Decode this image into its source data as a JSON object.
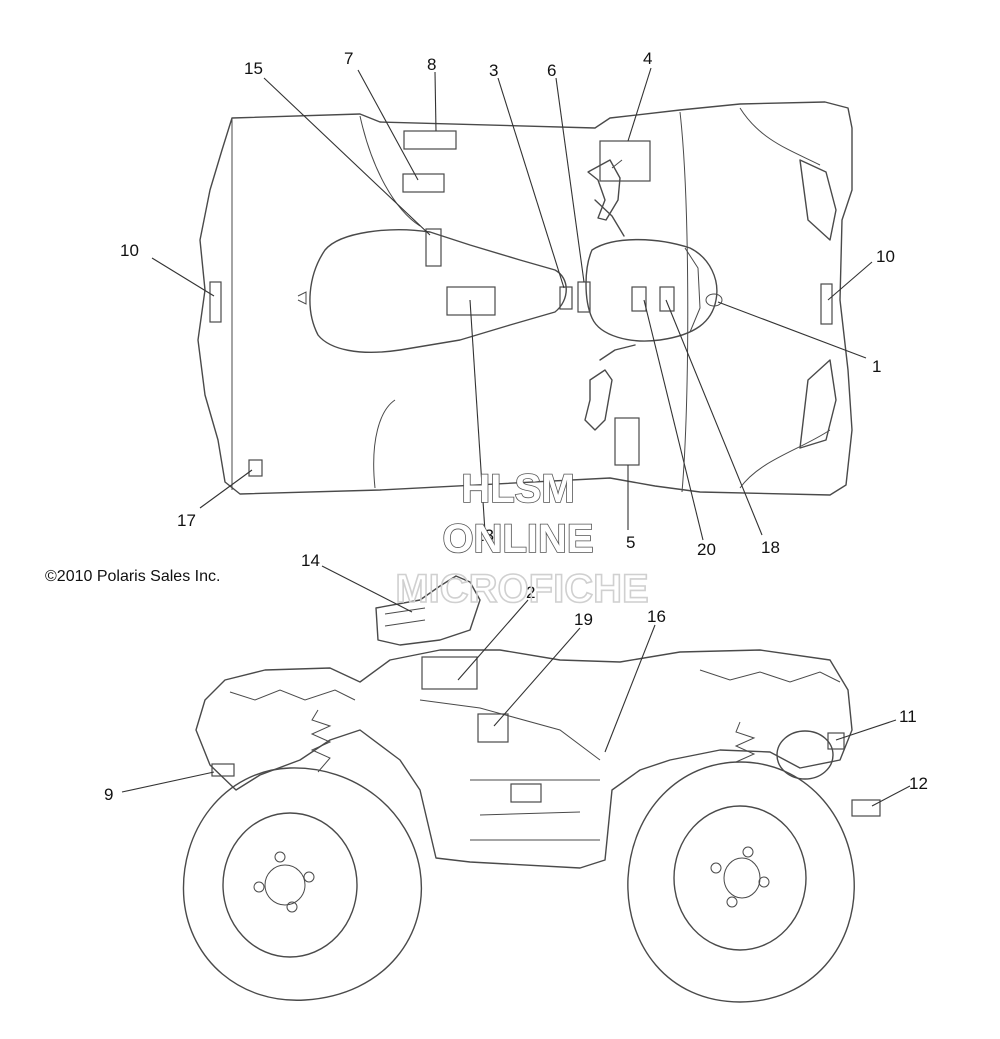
{
  "copyright": "©2010 Polaris Sales Inc.",
  "watermark": {
    "line1": "HLSM",
    "line2": "ONLINE",
    "line3": "MICROFICHE"
  },
  "callouts": {
    "top_view": [
      "15",
      "7",
      "8",
      "3",
      "6",
      "4",
      "10",
      "10",
      "1",
      "17",
      "13",
      "5",
      "20",
      "18"
    ],
    "side_view": [
      "14",
      "2",
      "19",
      "16",
      "11",
      "9",
      "12"
    ]
  }
}
